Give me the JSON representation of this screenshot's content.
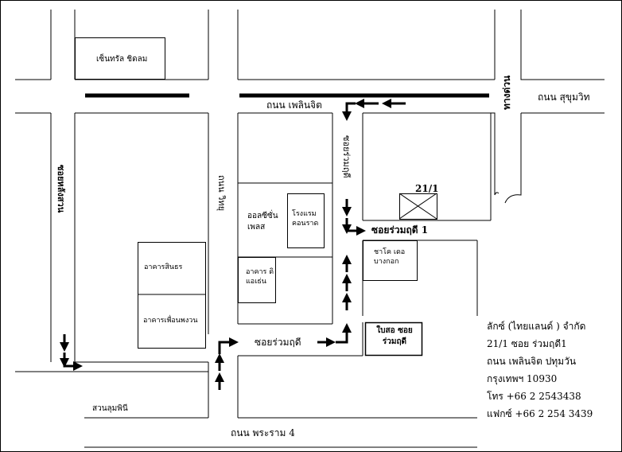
{
  "map": {
    "roads": {
      "ploenchit": "ถนน เพลินจิต",
      "sukhumvit": "ถนน สุขุมวิท",
      "expressway": "ทางด่วน",
      "lang_suan": "ซอยหลังสวน",
      "witthayu": "ถนน วิทยุ",
      "soi_ruam_rudee": "ซอยร่วมฤดี",
      "soi_ruam_rudee_1": "ซอยร่วมฤดี 1",
      "soi_ruam_rudee_vertical": "ซอยร่วมฤดี",
      "rama_4": "ถนน พระราม 4"
    },
    "landmarks": {
      "central_chidlom": "เซ็นทรัล ชิดลม",
      "all_seasons_place": "ออลซีซั่น เพลส",
      "conrad_hotel": "โรงแรม คอนราด",
      "athenee_tower": "อาคาร ดิแอเธ่น",
      "sinthorn_building": "อาคารสินธร",
      "mercury_tower": "อาคารเพื่อนพงวน",
      "chacha": "ชาโค เดอ บางกอก",
      "lumphini_park": "สวนลุมพินี",
      "target_building": "21/1",
      "soi_entrance_sign": "ใบสอ ซอยร่วมฤดี"
    },
    "address": {
      "company": "ลักซ์ (ไทยแลนด์ ) จำกัด",
      "street": "21/1 ซอย ร่วมฤดี1",
      "road": "ถนน เพลินจิต  ปทุมวัน",
      "city": "กรุงเทพฯ  10930",
      "phone": "โทร     +66 2 2543438",
      "fax": "แฟกซ์ +66 2 254 3439"
    }
  }
}
